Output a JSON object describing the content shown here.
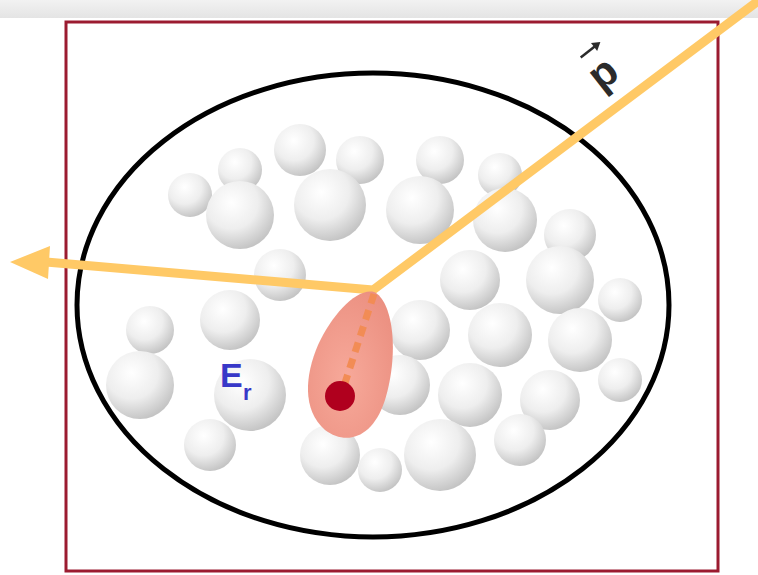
{
  "diagram": {
    "labels": [
      "p",
      "E",
      "r"
    ]
  }
}
